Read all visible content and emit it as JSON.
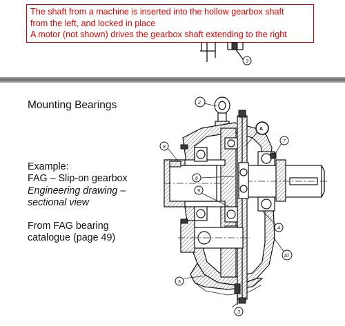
{
  "callout": {
    "lines": [
      "The shaft from a machine is inserted into the hollow gearbox shaft",
      "from the left, and locked in place",
      "A motor (not shown) drives the gearbox shaft extending to the right"
    ]
  },
  "slide": {
    "title": "Mounting Bearings",
    "text_lines": [
      "Example:",
      "FAG – Slip-on gearbox"
    ],
    "italic_lines": [
      "Engineering drawing –",
      "sectional view"
    ],
    "source_lines": [
      "From FAG bearing",
      "catalogue (page 49)"
    ]
  },
  "drawing": {
    "callouts_top": [
      "3"
    ],
    "callouts": [
      "2",
      "A",
      "7",
      "8",
      "6",
      "9",
      "4",
      "10",
      "5",
      "3"
    ]
  }
}
